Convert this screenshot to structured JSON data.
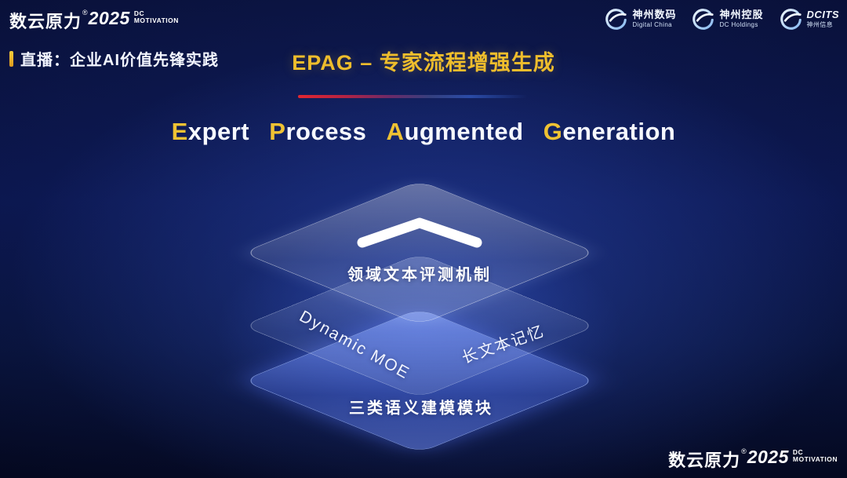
{
  "colors": {
    "gold": "#eebd2c",
    "accent_red": "#e22630",
    "layer_blue": "#5a78eb",
    "background_navy": "#0a1448"
  },
  "brand": {
    "name": "数云原力",
    "reg": "®",
    "year": "2025",
    "dc": "DC",
    "motivation": "MOTIVATION"
  },
  "header": {
    "live_label": "直播：企业AI价值先锋实践",
    "title": "EPAG – 专家流程增强生成",
    "partners": [
      {
        "line1": "神州数码",
        "line2": "Digital China"
      },
      {
        "line1": "神州控股",
        "line2": "DC Holdings"
      },
      {
        "line1": "DCITS",
        "line2": "神州信息"
      }
    ]
  },
  "hero": {
    "e1": "E",
    "w1": "xpert",
    "e2": "P",
    "w2": "rocess",
    "e3": "A",
    "w3": "ugmented",
    "e4": "G",
    "w4": "eneration"
  },
  "stack": {
    "top_label": "领域文本评测机制",
    "middle_left_label": "Dynamic MOE",
    "middle_right_label": "长文本记忆",
    "bottom_label": "三类语义建模模块"
  }
}
